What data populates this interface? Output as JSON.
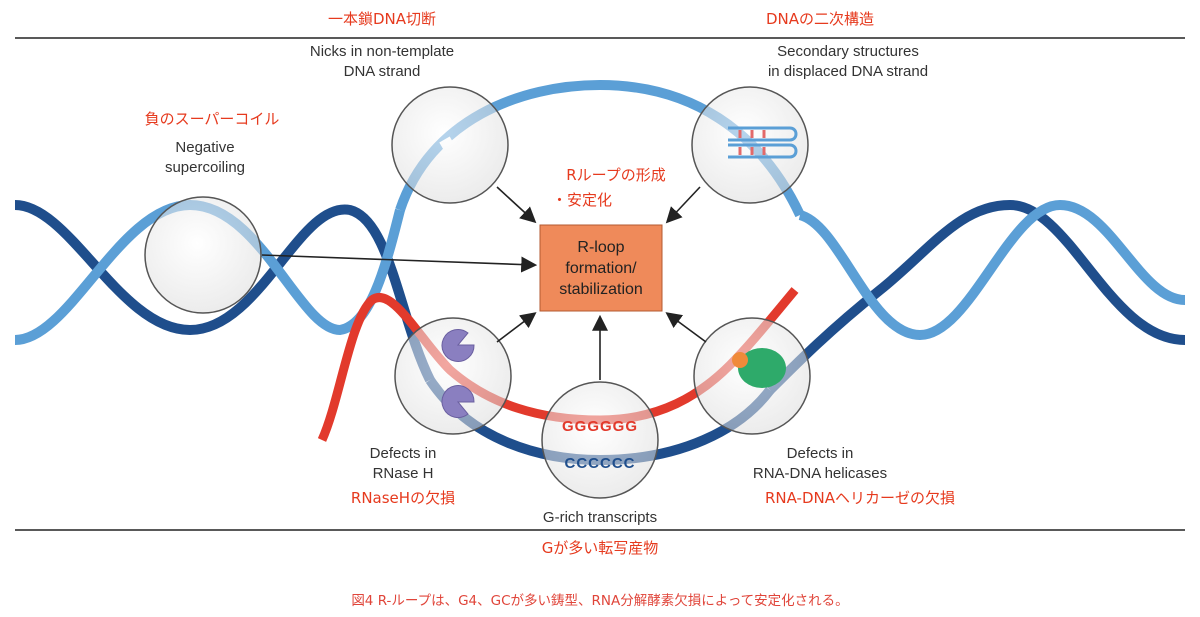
{
  "colors": {
    "dark_strand": "#1f4e8c",
    "light_strand": "#5b9fd6",
    "rna": "#e23a2c",
    "jp_text": "#e63a1e",
    "box_fill": "#ef8a5a",
    "caption": "#e0453a",
    "rule": "#222222"
  },
  "jp": {
    "nick": "一本鎖DNA切断",
    "secondary": "DNAの二次構造",
    "supercoil": "負のスーパーコイル",
    "rloop_line1": "Rループの形成",
    "rloop_line2": "・安定化",
    "rnaseh": "RNaseHの欠損",
    "helicase": "RNA-DNAヘリカーゼの欠損",
    "grich": "Gが多い転写産物"
  },
  "labels": {
    "nick_line1": "Nicks in non-template",
    "nick_line2": "DNA strand",
    "secondary_line1": "Secondary structures",
    "secondary_line2": "in displaced DNA strand",
    "supercoil_line1": "Negative",
    "supercoil_line2": "supercoiling",
    "rnaseh_line1": "Defects in",
    "rnaseh_line2": "RNase H",
    "helicase_line1": "Defects in",
    "helicase_line2": "RNA-DNA helicases",
    "grich": "G-rich transcripts"
  },
  "center_box": {
    "line1": "R-loop",
    "line2": "formation/",
    "line3": "stabilization"
  },
  "sequences": {
    "rna": "GGGGGG",
    "dna": "CCCCCC"
  },
  "caption": "図4 R-ループは、G4、GCが多い鋳型、RNA分解酵素欠損によって安定化される。"
}
